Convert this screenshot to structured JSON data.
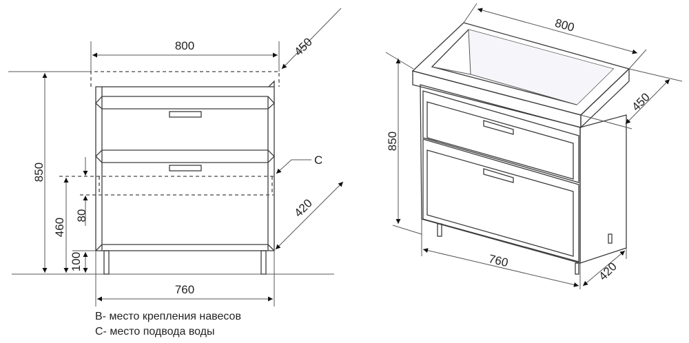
{
  "front_view": {
    "dims": {
      "width_top": "800",
      "depth_top": "450",
      "height_total": "850",
      "height_water": "460",
      "water_zone": "80",
      "leg_height": "100",
      "width_body": "760",
      "depth_body": "420"
    },
    "callout_c": "C"
  },
  "iso_view": {
    "dims": {
      "width_top": "800",
      "depth_top": "450",
      "height_total": "850",
      "width_body": "760",
      "depth_body": "420"
    }
  },
  "legend": {
    "line_b": "B- место крепления навесов",
    "line_c": "C- место подвода воды"
  },
  "colors": {
    "line": "#3a3a3a",
    "front_face": "#e8e8f2",
    "side_face": "#d6d6dc"
  }
}
